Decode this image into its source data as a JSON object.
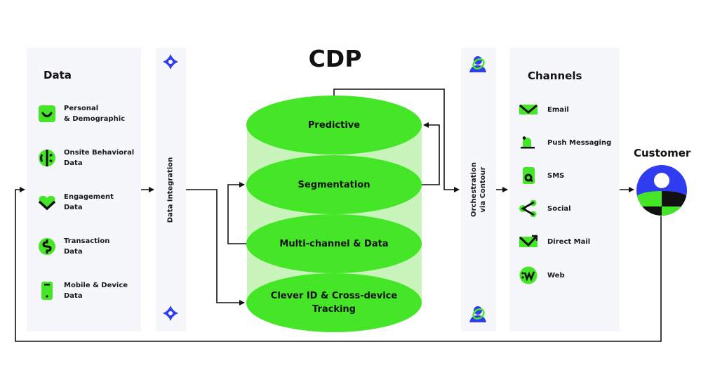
{
  "colors": {
    "brand_green": "#45e628",
    "light_green": "#c9f5bc",
    "brand_blue": "#2f3cf0",
    "panel_bg": "#f6f7fb",
    "line": "#111111"
  },
  "data_panel": {
    "title": "Data",
    "items": [
      {
        "icon": "smile-icon",
        "line1": "Personal",
        "line2": "& Demographic"
      },
      {
        "icon": "behavior-icon",
        "line1": "Onsite Behavioral",
        "line2": "Data"
      },
      {
        "icon": "heart-icon",
        "line1": "Engagement",
        "line2": "Data"
      },
      {
        "icon": "dollar-icon",
        "line1": "Transaction",
        "line2": "Data"
      },
      {
        "icon": "mobile-icon",
        "line1": "Mobile & Device",
        "line2": "Data"
      }
    ]
  },
  "integration_panel": {
    "label": "Data Integration",
    "icon": "integration-icon"
  },
  "cdp": {
    "title": "CDP",
    "layers": [
      {
        "line1": "Predictive",
        "line2": ""
      },
      {
        "line1": "Segmentation",
        "line2": ""
      },
      {
        "line1": "Multi-channel & Data",
        "line2": ""
      },
      {
        "line1": "Clever ID & Cross-device",
        "line2": "Tracking"
      }
    ]
  },
  "orchestration_panel": {
    "line1": "Orchestration",
    "line2": "via Contour",
    "icon": "contour-icon"
  },
  "channels_panel": {
    "title": "Channels",
    "items": [
      {
        "icon": "email-icon",
        "label": "Email"
      },
      {
        "icon": "push-icon",
        "label": "Push Messaging"
      },
      {
        "icon": "sms-icon",
        "label": "SMS"
      },
      {
        "icon": "social-icon",
        "label": "Social"
      },
      {
        "icon": "direct-mail-icon",
        "label": "Direct Mail"
      },
      {
        "icon": "web-icon",
        "label": "Web"
      }
    ]
  },
  "customer": {
    "label": "Customer",
    "icon": "customer-avatar-icon"
  }
}
